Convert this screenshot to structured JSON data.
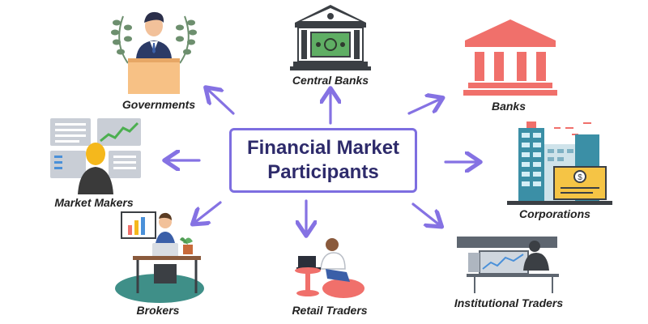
{
  "center": {
    "line1": "Financial Market",
    "line2": "Participants"
  },
  "participants": [
    {
      "key": "governments",
      "label": "Governments",
      "icon": "government-official-icon"
    },
    {
      "key": "central_banks",
      "label": "Central Banks",
      "icon": "central-bank-icon"
    },
    {
      "key": "banks",
      "label": "Banks",
      "icon": "bank-building-icon"
    },
    {
      "key": "market_makers",
      "label": "Market Makers",
      "icon": "trader-screens-icon"
    },
    {
      "key": "corporations",
      "label": "Corporations",
      "icon": "corporate-building-icon"
    },
    {
      "key": "brokers",
      "label": "Brokers",
      "icon": "broker-desk-icon"
    },
    {
      "key": "retail_traders",
      "label": "Retail Traders",
      "icon": "retail-trader-icon"
    },
    {
      "key": "institutional_traders",
      "label": "Institutional Traders",
      "icon": "institutional-trader-icon"
    }
  ],
  "colors": {
    "arrow": "#8572e3",
    "box_border": "#7d6ee0",
    "title": "#2e2b6b",
    "bank_red": "#f0706b"
  }
}
